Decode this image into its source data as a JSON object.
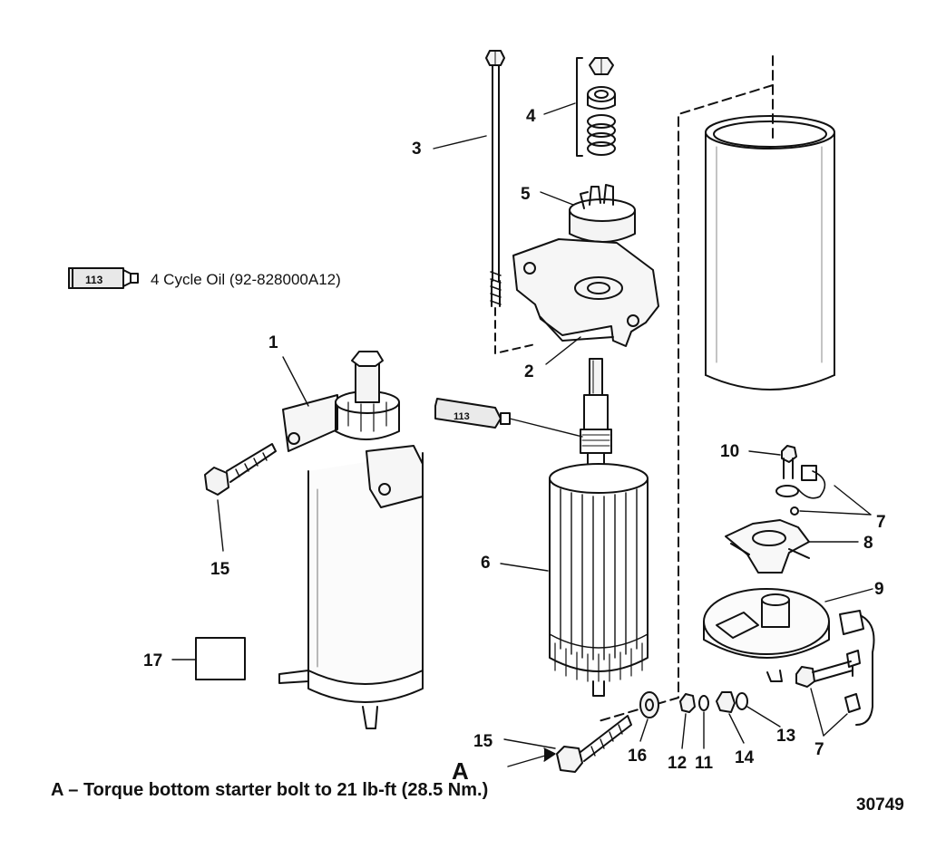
{
  "callouts": {
    "c1": "1",
    "c2": "2",
    "c3": "3",
    "c4": "4",
    "c5": "5",
    "c6": "6",
    "c7a": "7",
    "c7b": "7",
    "c8": "8",
    "c9": "9",
    "c10": "10",
    "c11": "11",
    "c12": "12",
    "c13": "13",
    "c14": "14",
    "c15a": "15",
    "c15b": "15",
    "c16": "16",
    "c17": "17"
  },
  "lubricant": {
    "tube_code": "113",
    "tube_code_2": "113",
    "label": "4 Cycle Oil (92-828000A12)"
  },
  "note": {
    "letter": "A",
    "letter_marker": "A",
    "text": "A – Torque bottom starter bolt to 21 lb-ft (28.5 Nm.)"
  },
  "figure_number": "30749"
}
